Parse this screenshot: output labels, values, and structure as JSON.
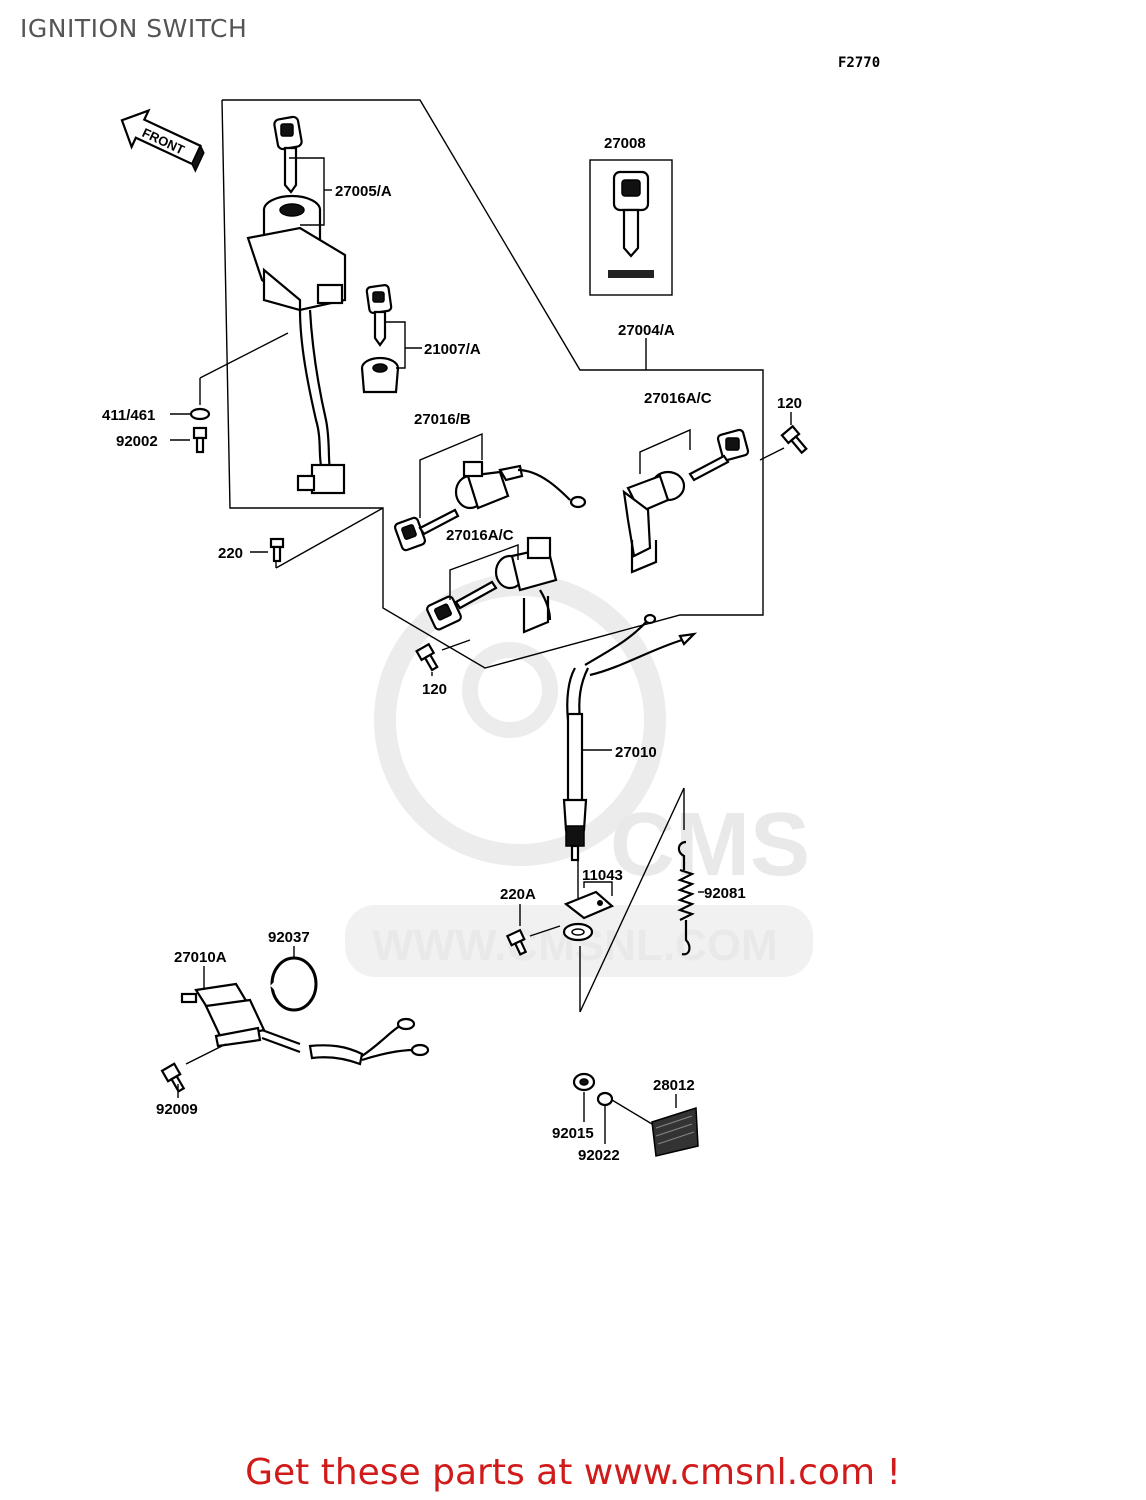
{
  "page": {
    "title": "IGNITION SWITCH",
    "figure_code": "F2770",
    "front_label": "FRONT",
    "cta": "Get these parts at www.cmsnl.com !",
    "watermark": "WWW.CMSNL.COM",
    "watermark_logo": "CMS",
    "cta_color": "#d11a1a"
  },
  "parts": {
    "p27005A": "27005/A",
    "p27008": "27008",
    "p27004A": "27004/A",
    "p21007A": "21007/A",
    "p411461": "411/461",
    "p92002": "92002",
    "p27016B": "27016/B",
    "p27016AC_top": "27016A/C",
    "p120_right": "120",
    "p220": "220",
    "p27016AC_mid": "27016A/C",
    "p120_bottom": "120",
    "p27010": "27010",
    "p11043": "11043",
    "p220A": "220A",
    "p92081": "92081",
    "p92037": "92037",
    "p27010A": "27010A",
    "p92009": "92009",
    "p28012": "28012",
    "p92015": "92015",
    "p92022": "92022"
  }
}
